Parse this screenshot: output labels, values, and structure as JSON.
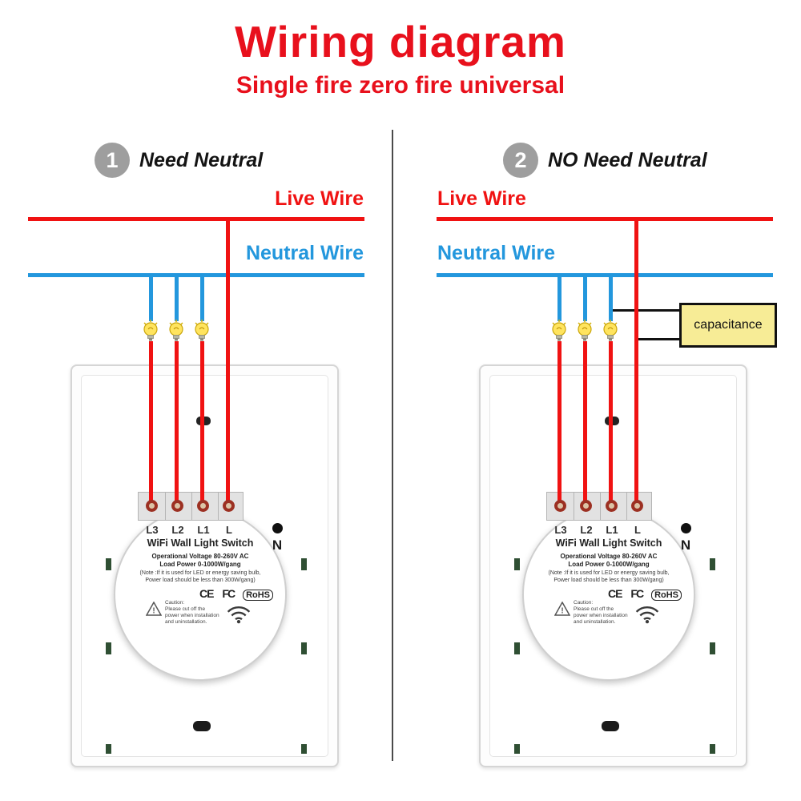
{
  "header": {
    "title": "Wiring diagram",
    "subtitle": "Single fire zero fire universal"
  },
  "colors": {
    "title-red": "#e8101c",
    "wire-red": "#f01212",
    "wire-blue": "#2397dd",
    "step-gray": "#9e9e9e",
    "cap-yellow": "#f7ec96",
    "clip-green": "#2f4f33"
  },
  "labels": {
    "live_wire": "Live Wire",
    "neutral_wire": "Neutral Wire",
    "capacitance": "capacitance"
  },
  "panels": {
    "left": {
      "number": "1",
      "heading": "Need Neutral"
    },
    "right": {
      "number": "2",
      "heading": "NO Need Neutral"
    }
  },
  "device": {
    "terminals": [
      "L3",
      "L2",
      "L1",
      "L"
    ],
    "neutral_terminal": "N",
    "title": "WiFi Wall Light Switch",
    "spec_line1": "Operational Voltage  80-260V AC",
    "spec_line2": "Load Power 0-1000W/gang",
    "note_line1": "(Note :If it is used for LED or energy saving bulb,",
    "note_line2": "Power load should be less than 300W/gang)",
    "certifications": [
      "CE",
      "FC",
      "RoHS"
    ],
    "caution_title": "Caution:",
    "caution_line1": "Please cut off the",
    "caution_line2": "power when installation",
    "caution_line3": "and uninstallation."
  }
}
